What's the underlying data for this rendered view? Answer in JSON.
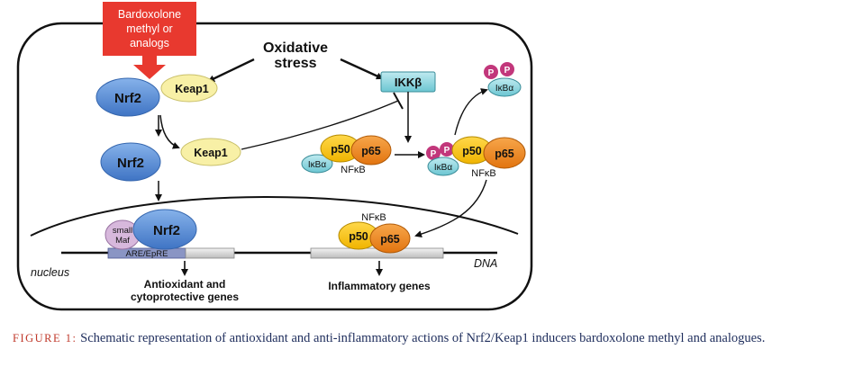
{
  "figure": {
    "drug_box": {
      "line1": "Bardoxolone",
      "line2": "methyl or",
      "line3": "analogs"
    },
    "stress": {
      "line1": "Oxidative",
      "line2": "stress"
    },
    "nodes": {
      "nrf2": "Nrf2",
      "keap1": "Keap1",
      "ikkb": "IKKβ",
      "p": "P",
      "ikba": "IκBα",
      "p50": "p50",
      "p65": "p65",
      "nfkb": "NFκB",
      "small_maf_1": "small",
      "small_maf_2": "Maf"
    },
    "dna_labels": {
      "are": "ARE/EpRE",
      "nucleus": "nucleus",
      "dna": "DNA",
      "antioxidant_1": "Antioxidant and",
      "antioxidant_2": "cytoprotective genes",
      "inflammatory": "Inflammatory genes"
    },
    "colors": {
      "nrf2": "#5b8ed6",
      "keap1": "#f8f0a6",
      "ikkb": "#8fd6df",
      "phospho": "#c2377b",
      "ikba": "#7fd0c8",
      "p50": "#f6c400",
      "p65": "#f08a1c",
      "small_maf": "#d7b8dc",
      "drug_red": "#e8392f"
    }
  },
  "caption": {
    "label": "FIGURE 1:",
    "text": "Schematic representation of antioxidant and anti-inflammatory actions of Nrf2/Keap1 inducers bardoxolone methyl and analogues."
  }
}
